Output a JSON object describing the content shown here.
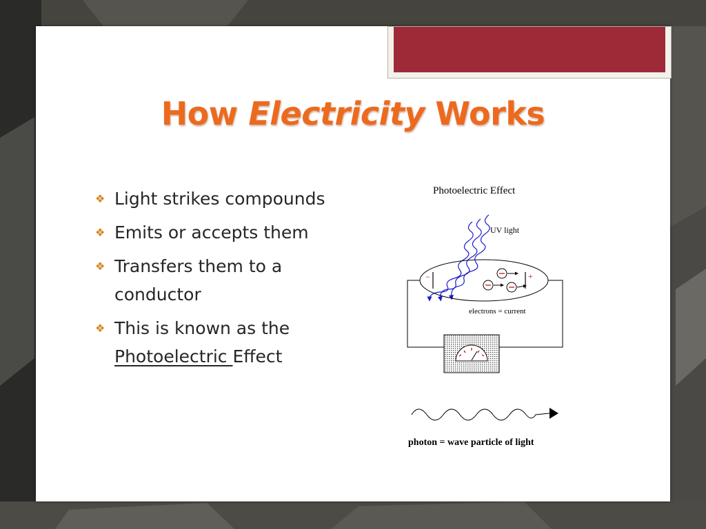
{
  "slide": {
    "title_part1": "How ",
    "title_part2": "Electricity",
    "title_part3": " Works",
    "bullets": [
      {
        "text": "Light strikes compounds"
      },
      {
        "text": "Emits or accepts them"
      },
      {
        "text": "Transfers them to a conductor"
      },
      {
        "text_before": "This is known as the ",
        "underlined": "Photoelectric ",
        "text_after": "Effect"
      }
    ],
    "bullet_icon": "diamond-cluster-icon"
  },
  "diagram": {
    "title": "Photoelectric Effect",
    "uv_label": "UV light",
    "minus_sign": "−",
    "plus_sign": "+",
    "electrons_label": "electrons = current",
    "photon_label": "photon = wave particle of light"
  },
  "colors": {
    "accent_red": "#9e2a38",
    "title_orange": "#ec6a1e",
    "bullet_orange": "#d8831e",
    "uv_blue": "#1a1acc"
  }
}
